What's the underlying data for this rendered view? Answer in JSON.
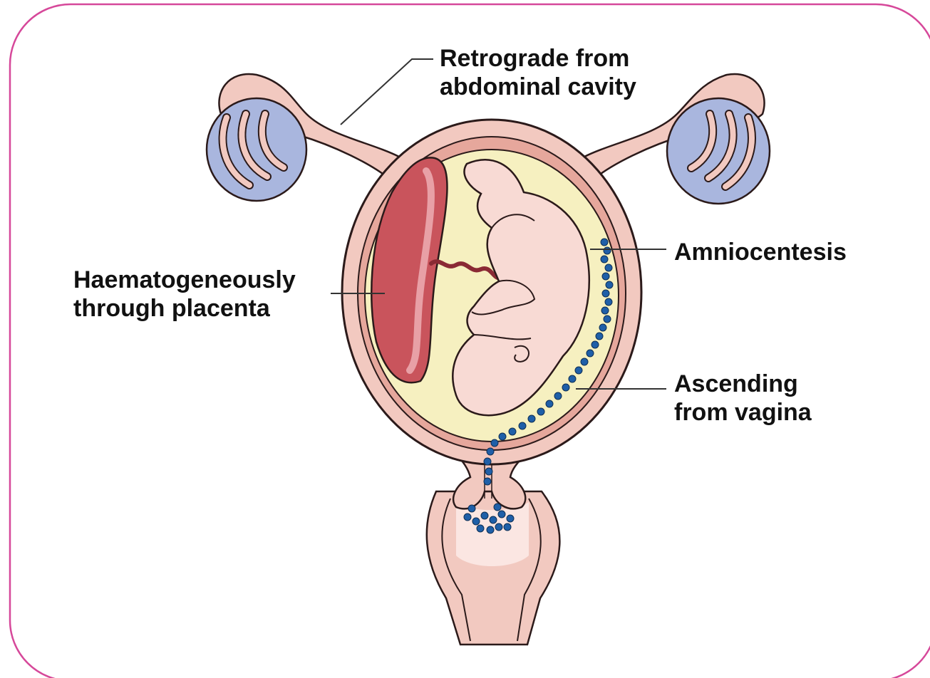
{
  "labels": {
    "retrograde": [
      "Retrograde from",
      "abdominal cavity"
    ],
    "haematogeneous": [
      "Haematogeneously",
      "through placenta"
    ],
    "amniocentesis": [
      "Amniocentesis"
    ],
    "ascending": [
      "Ascending",
      "from vagina"
    ]
  },
  "colors": {
    "frame": "#d6489a",
    "tissue": "#f2c9c0",
    "tissue_dark": "#e6a79c",
    "outline": "#2b1a1a",
    "ovary": "#a9b6de",
    "amniotic_fluid": "#f6f0c0",
    "placenta": "#c9545c",
    "fetus": "#f8dad4",
    "bacteria": "#1f5fa8"
  }
}
